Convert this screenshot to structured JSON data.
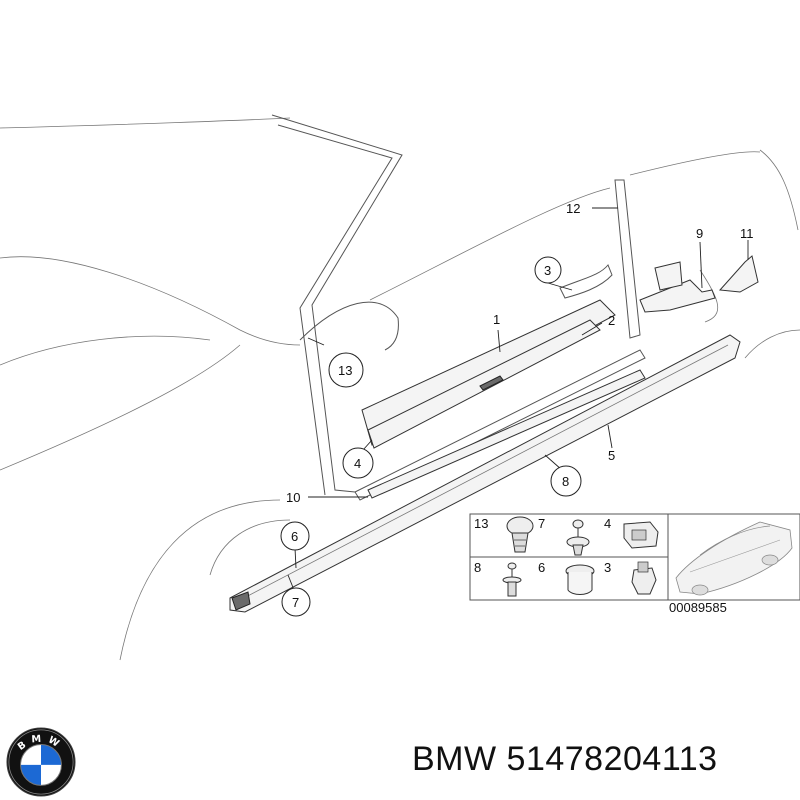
{
  "callouts": {
    "c1": "1",
    "c2": "2",
    "c3": "3",
    "c4": "4",
    "c5": "5",
    "c6": "6",
    "c7": "7",
    "c8": "8",
    "c9": "9",
    "c10": "10",
    "c11": "11",
    "c12": "12",
    "c13": "13"
  },
  "inset": {
    "labels": [
      "13",
      "7",
      "4",
      "8",
      "6",
      "3"
    ],
    "drawing_number": "00089585"
  },
  "caption": {
    "brand": "BMW",
    "part_number": "51478204113"
  },
  "logo": {
    "letters": "BMW",
    "colors": {
      "blue": "#1c69d4",
      "ring": "#111111",
      "white": "#ffffff"
    }
  }
}
